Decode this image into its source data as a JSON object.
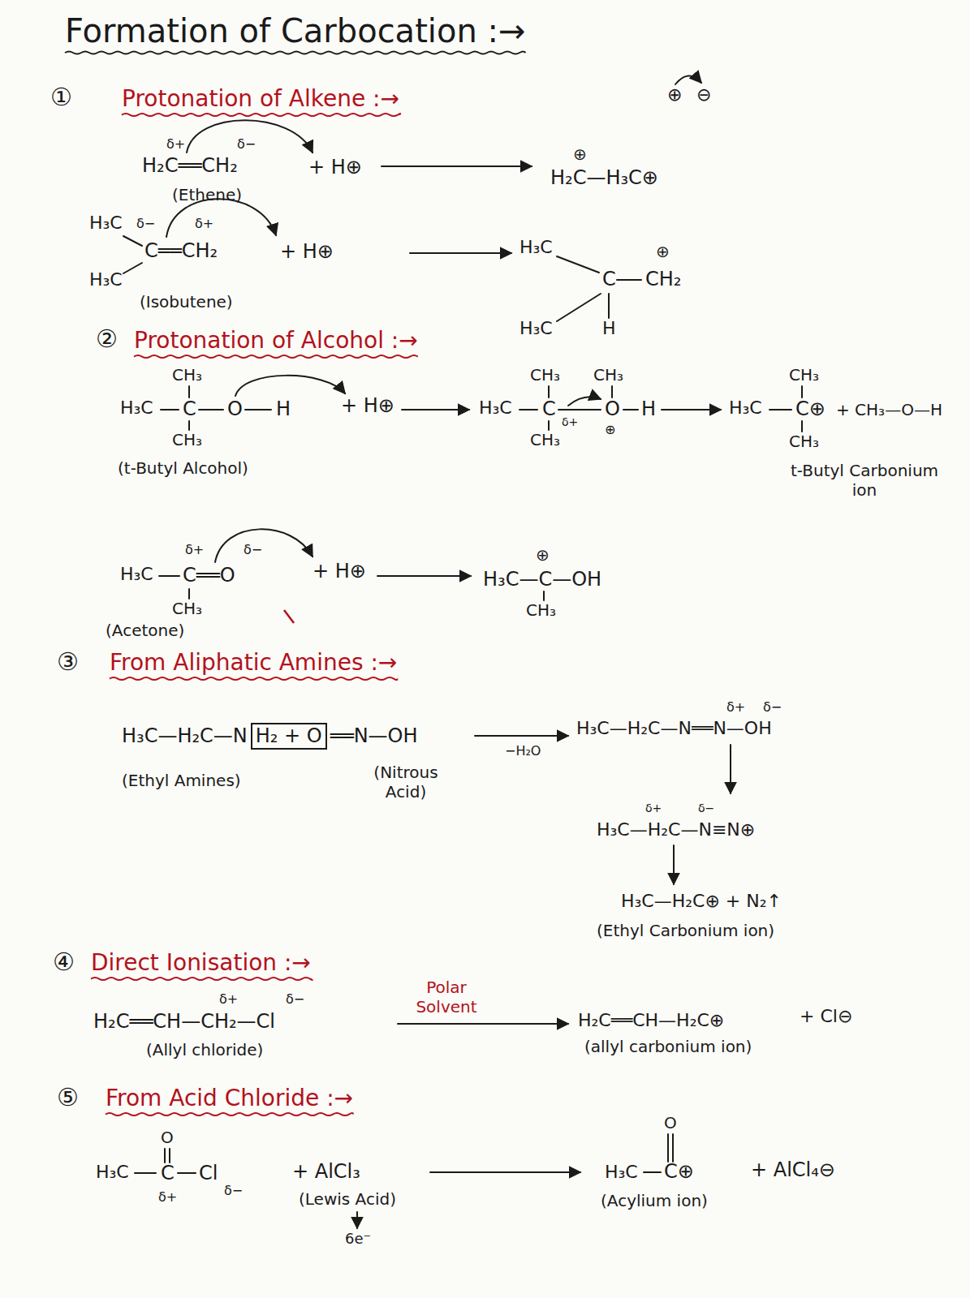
{
  "diagram": {
    "title": "Formation of Carbocation :→",
    "nodes": [
      {
        "text": [
          "H₂ + O"
        ]
      }
    ],
    "labels": [
      "①",
      "Protonation of Alkene :→",
      "⊕",
      "⊖",
      "δ+",
      "δ−",
      "H₂C══CH₂",
      "+ H⊕",
      "(Ethene)",
      "⊕",
      "H₂C—H₃C⊕",
      "δ−",
      "δ+",
      "H₃C",
      "C══CH₂",
      "H₃C",
      "+ H⊕",
      "(Isobutene)",
      "H₃C",
      "C",
      "⊕",
      "CH₂",
      "H₃C",
      "H",
      "②",
      "Protonation of Alcohol :→",
      "CH₃",
      "H₃C",
      "C",
      "O",
      "H",
      "+ H⊕",
      "CH₃",
      "(t-Butyl Alcohol)",
      "CH₃",
      "CH₃",
      "H₃C",
      "C",
      "δ+",
      "O",
      "H",
      "⊕",
      "CH₃",
      "CH₃",
      "H₃C",
      "C⊕",
      "+ CH₃—O—H",
      "CH₃",
      "t-Butyl Carbonium ion",
      "δ+",
      "δ−",
      "H₃C",
      "C══O",
      "+ H⊕",
      "CH₃",
      "(Acetone)",
      "⊕",
      "H₃C—C—OH",
      "CH₃",
      "③",
      "From Aliphatic Amines :→",
      "H₃C—H₂C—N",
      "══N—OH",
      "(Ethyl Amines)",
      "(Nitrous Acid)",
      "−H₂O",
      "δ+",
      "δ−",
      "H₃C—H₂C—N══N—OH",
      "δ+",
      "δ−",
      "H₃C—H₂C—N≡N⊕",
      "H₃C—H₂C⊕ + N₂↑",
      "(Ethyl Carbonium ion)",
      "④",
      "Direct Ionisation :→",
      "δ+",
      "δ−",
      "H₂C══CH—CH₂—Cl",
      "(Allyl chloride)",
      "Polar Solvent",
      "H₂C══CH—H₂C⊕",
      "+ Cl⊖",
      "(allyl carbonium ion)",
      "⑤",
      "From Acid Chloride :→",
      "O",
      "H₃C",
      "C",
      "Cl",
      "δ+",
      "δ−",
      "+ AlCl₃",
      "(Lewis Acid)",
      "6e⁻",
      "O",
      "H₃C",
      "C⊕",
      "(Acylium ion)",
      "+ AlCl₄⊖"
    ]
  }
}
